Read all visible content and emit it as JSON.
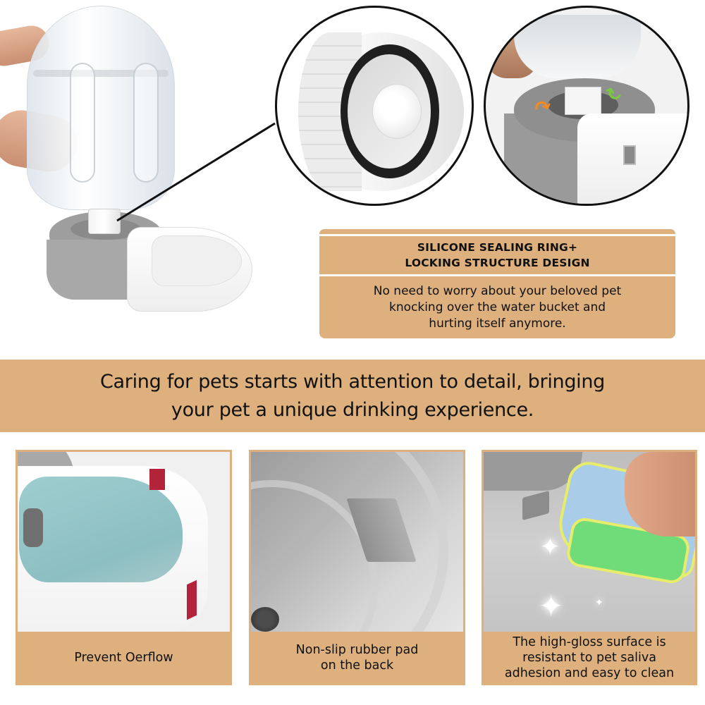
{
  "hero": {
    "product": "automatic-pet-water-dispenser",
    "icons": {
      "bottle": "water-bottle-icon",
      "base": "dispenser-base-icon"
    }
  },
  "callouts": {
    "circle_1": {
      "subject": "bottle-cap-with-silicone-seal"
    },
    "circle_2": {
      "subject": "twist-lock-base",
      "arrows": [
        "orange-rotate-arrow",
        "green-rotate-arrow"
      ]
    }
  },
  "feature_box": {
    "title_lines": [
      "SILICONE SEALING RING+",
      "LOCKING STRUCTURE DESIGN"
    ],
    "body_lines": [
      "No need to worry about your beloved pet",
      "knocking over the water bucket and",
      "hurting itself anymore."
    ]
  },
  "banner": {
    "lines": [
      "Caring for pets starts with attention to detail, bringing",
      "your pet a unique drinking experience."
    ]
  },
  "panels": [
    {
      "caption_lines": [
        "Prevent Oerflow"
      ]
    },
    {
      "caption_lines": [
        "Non-slip rubber pad",
        "on the back"
      ]
    },
    {
      "caption_lines": [
        "The high-gloss surface is",
        "resistant to pet saliva",
        "adhesion and easy to clean"
      ]
    }
  ],
  "colors": {
    "accent_tan": "#ddb07e",
    "line_black": "#111111",
    "overflow_marker_red": "#b3243a",
    "arrow_orange": "#f08a24",
    "arrow_green": "#7cc843",
    "water_blue": "#9fcdcf"
  },
  "glyphs": {
    "rotate_arrow": "↷",
    "sparkle": "✦"
  }
}
